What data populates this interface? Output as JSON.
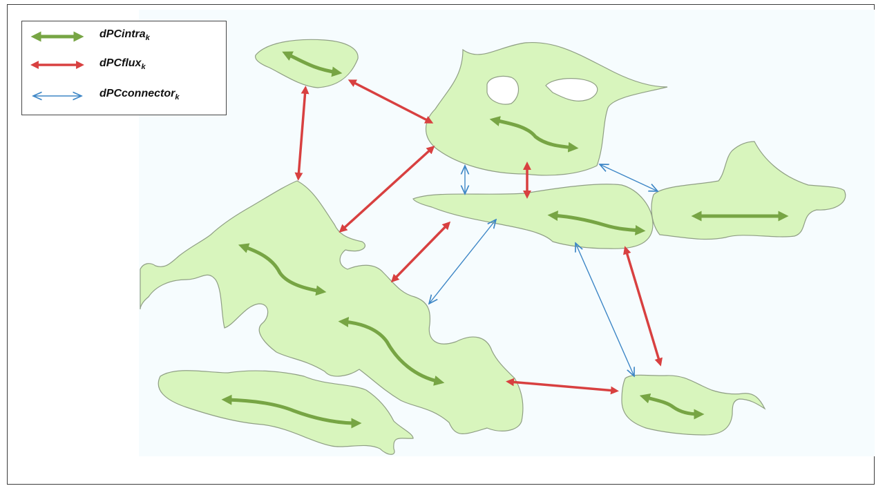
{
  "legend": {
    "items": [
      {
        "label": "dPCintra",
        "subscript": "k",
        "arrow": "thick-green-double-arrow",
        "color": "#77a544"
      },
      {
        "label": "dPCflux",
        "subscript": "k",
        "arrow": "thick-red-double-arrow",
        "color": "#d84040"
      },
      {
        "label": "dPCconnector",
        "subscript": "k",
        "arrow": "thin-blue-double-arrow",
        "color": "#3d86c6"
      }
    ]
  },
  "colors": {
    "patch_fill": "#d8f5bd",
    "patch_stroke": "#8f9e84",
    "background": "#f6fcfe"
  }
}
